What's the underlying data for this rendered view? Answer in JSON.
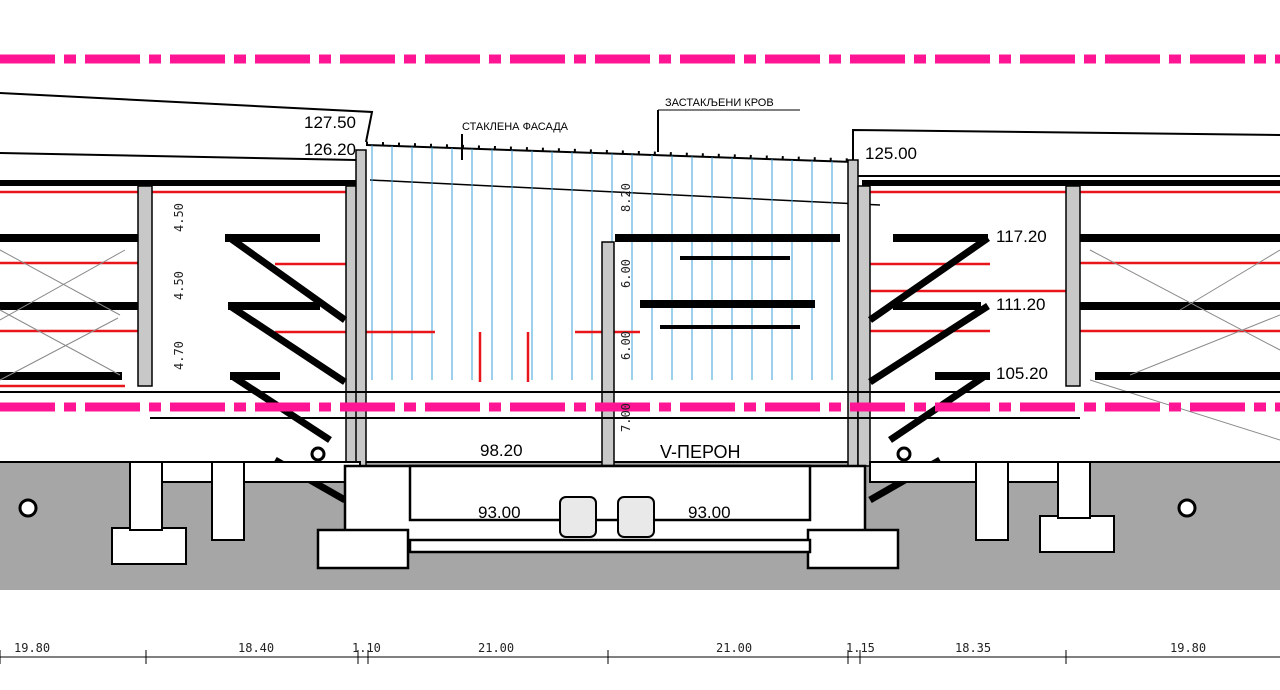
{
  "annotations": {
    "glass_facade": "СТАКЛЕНА ФАСАДА",
    "glazed_roof": "ЗАСТАКЉЕНИ КРОВ",
    "platform": "V-ПЕРОН"
  },
  "levels": {
    "roof_left_top": "127.50",
    "roof_left": "126.20",
    "roof_right": "125.00",
    "floor_3": "117.20",
    "floor_2": "111.20",
    "floor_1": "105.20",
    "concourse": "98.20",
    "track_left": "93.00",
    "track_right": "93.00"
  },
  "vertical_dims": {
    "left_top": "4.50",
    "left_mid": "4.50",
    "left_low": "4.70",
    "mid_top": "8.20",
    "mid_a": "6.00",
    "mid_b": "6.00",
    "mid_c": "7.00"
  },
  "horizontal_dims": [
    "19.80",
    "18.40",
    "1.10",
    "21.00",
    "21.00",
    "1.15",
    "18.35",
    "19.80"
  ],
  "colors": {
    "axis_magenta": "#ff1493",
    "structure_red": "#e8161b",
    "glass_blue": "#3aa0d8",
    "ground_gray": "#a6a6a6"
  }
}
